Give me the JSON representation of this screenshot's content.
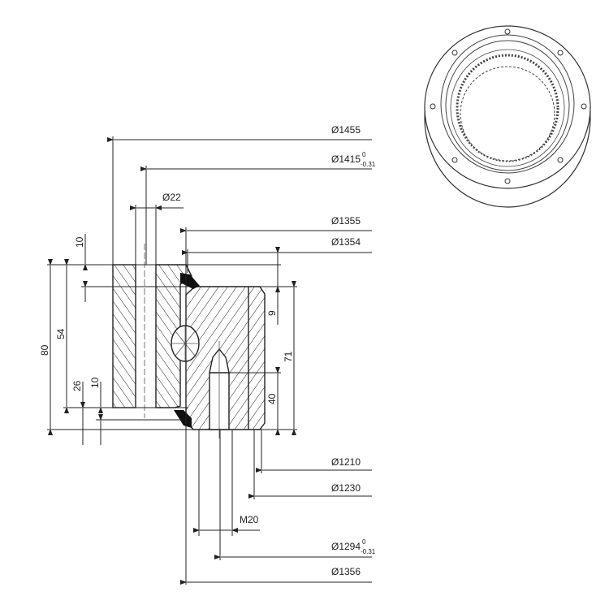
{
  "drawing": {
    "title": "Slewing bearing cross-section",
    "diameters": {
      "d1455": "Ø1455",
      "d1415": "Ø1415",
      "d1415_tol_upper": "0",
      "d1415_tol_lower": "-0.31",
      "d22": "Ø22",
      "d1355": "Ø1355",
      "d1354": "Ø1354",
      "d1210": "Ø1210",
      "d1230": "Ø1230",
      "m20": "M20",
      "d1294": "Ø1294",
      "d1294_tol_upper": "0",
      "d1294_tol_lower": "-0.31",
      "d1356": "Ø1356"
    },
    "heights": {
      "h80": "80",
      "h54": "54",
      "h26": "26",
      "h10_top": "10",
      "h10_bottom": "10",
      "h9": "9",
      "h71": "71",
      "h40": "40"
    }
  },
  "colors": {
    "line": "#222222",
    "fill": "#111111",
    "background": "#ffffff"
  }
}
